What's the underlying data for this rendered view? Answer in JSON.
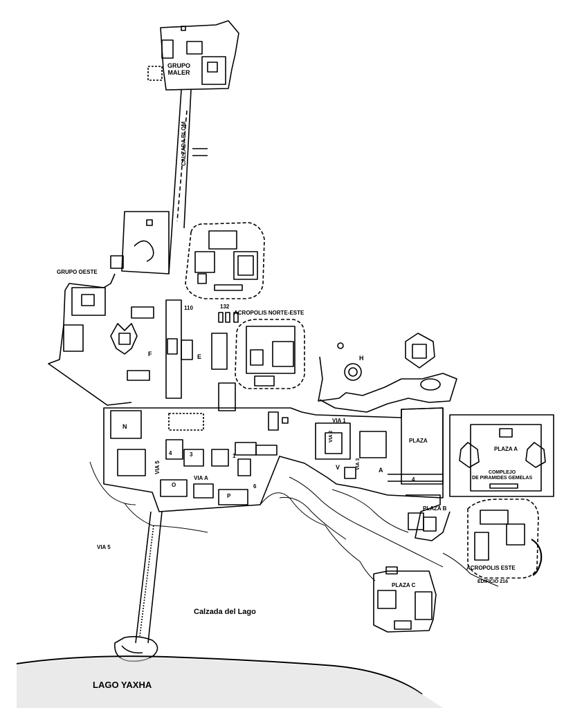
{
  "map": {
    "labels": {
      "grupo_maler_line1": "GRUPO",
      "grupo_maler_line2": "MALER",
      "calzada_blom": "CALZADA BLOM",
      "grupo_oeste": "GRUPO OESTE",
      "num_110": "110",
      "num_132": "132",
      "acropolis_norte_este": "ACROPOLIS NORTE-ESTE",
      "letter_f": "F",
      "letter_e": "E",
      "letter_h": "H",
      "letter_n": "N",
      "via_5_vertical": "VIA 5",
      "num_4": "4",
      "num_3": "3",
      "num_1": "1",
      "via_a": "VIA A",
      "letter_o": "O",
      "letter_p": "P",
      "num_6": "6",
      "via_1": "VIA 1",
      "via_2": "VIA 2",
      "via_3": "VIA 3",
      "letter_v": "V",
      "letter_a": "A",
      "plaza": "PLAZA",
      "plaza_4": "4",
      "plaza_a": "PLAZA A",
      "complejo_line1": "COMPLEJO",
      "complejo_line2": "DE PIRAMIDES GEMELAS",
      "plaza_b": "PLAZA B",
      "via_5": "VIA 5",
      "acropolis_este": "ACROPOLIS ESTE",
      "edificio_216": "EDIFICIO 216",
      "plaza_c": "PLAZA C",
      "calzada_del_lago": "Calzada del Lago",
      "lago_yaxha": "LAGO YAXHA"
    }
  }
}
